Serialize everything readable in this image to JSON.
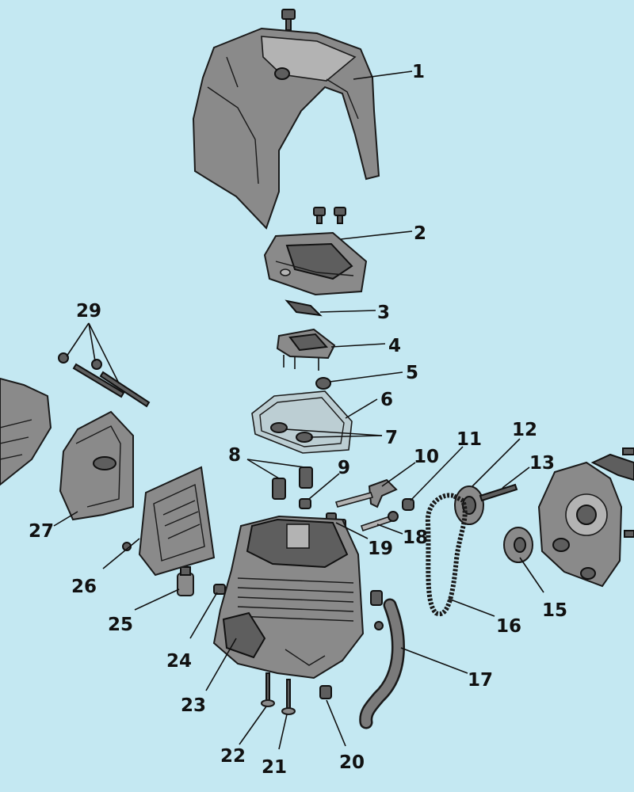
{
  "callouts": [
    {
      "part": "engine-cover",
      "label": "1"
    },
    {
      "part": "valve-cover",
      "label": "2"
    },
    {
      "part": "cover-spacer",
      "label": "3"
    },
    {
      "part": "rocker-arm-bracket",
      "label": "4"
    },
    {
      "part": "rocker-nut",
      "label": "5"
    },
    {
      "part": "valve-cover-gasket",
      "label": "6"
    },
    {
      "part": "gasket-seals",
      "label": "7"
    },
    {
      "part": "valve-springs",
      "label": "8"
    },
    {
      "part": "spring-retainer",
      "label": "9"
    },
    {
      "part": "rocker-arm",
      "label": "10"
    },
    {
      "part": "rocker-pin",
      "label": "11"
    },
    {
      "part": "camshaft-pulley",
      "label": "12"
    },
    {
      "part": "pulley-bolt",
      "label": "13"
    },
    {
      "part": "crankshaft-pulley",
      "label": "15"
    },
    {
      "part": "timing-belt",
      "label": "16"
    },
    {
      "part": "breather-hose",
      "label": "17"
    },
    {
      "part": "rocker-shaft",
      "label": "18"
    },
    {
      "part": "valve-cotter",
      "label": "19"
    },
    {
      "part": "hose-clip",
      "label": "20"
    },
    {
      "part": "exhaust-valve",
      "label": "21"
    },
    {
      "part": "intake-valve",
      "label": "22"
    },
    {
      "part": "cylinder-block",
      "label": "23"
    },
    {
      "part": "fitting",
      "label": "24"
    },
    {
      "part": "spark-plug",
      "label": "25"
    },
    {
      "part": "muffler-gasket",
      "label": "26"
    },
    {
      "part": "muffler",
      "label": "27"
    },
    {
      "part": "muffler-studs",
      "label": "29"
    }
  ]
}
